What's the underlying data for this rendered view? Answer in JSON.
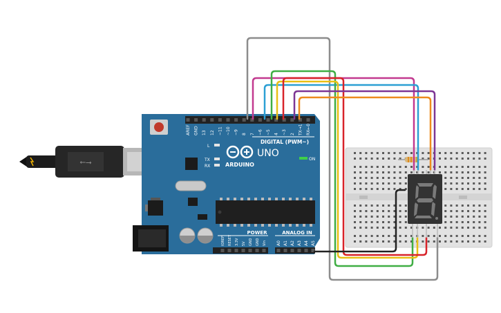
{
  "board": {
    "brand": "ARDUINO",
    "model": "UNO",
    "digital_header_label": "DIGITAL (PWM~)",
    "led_l": "L",
    "led_tx": "TX",
    "led_rx": "RX",
    "on_label": "ON",
    "power_label": "POWER",
    "analog_label": "ANALOG IN",
    "digital_pins": [
      "AREF",
      "GND",
      "13",
      "12",
      "~11",
      "~10",
      "~9",
      "8",
      "7",
      "~6",
      "~5",
      "4",
      "~3",
      "2",
      "TX→1",
      "RX←0"
    ],
    "power_pins": [
      "IOREF",
      "RESET",
      "3.3V",
      "5V",
      "GND",
      "GND",
      "Vin"
    ],
    "analog_pins": [
      "A0",
      "A1",
      "A2",
      "A3",
      "A4",
      "A5"
    ]
  },
  "colors": {
    "board": "#2a6d9b",
    "board_dark": "#1f5578",
    "wire_gray": "#8c8c8c",
    "wire_magenta": "#c2398f",
    "wire_blue": "#2b9fd4",
    "wire_green": "#3fae44",
    "wire_yellow": "#e9bf16",
    "wire_red": "#d8232a",
    "wire_purple": "#7d3594",
    "wire_orange": "#ee8a1d",
    "wire_black": "#222222",
    "display_body": "#333333",
    "segment_on": "#7a7a7a"
  }
}
